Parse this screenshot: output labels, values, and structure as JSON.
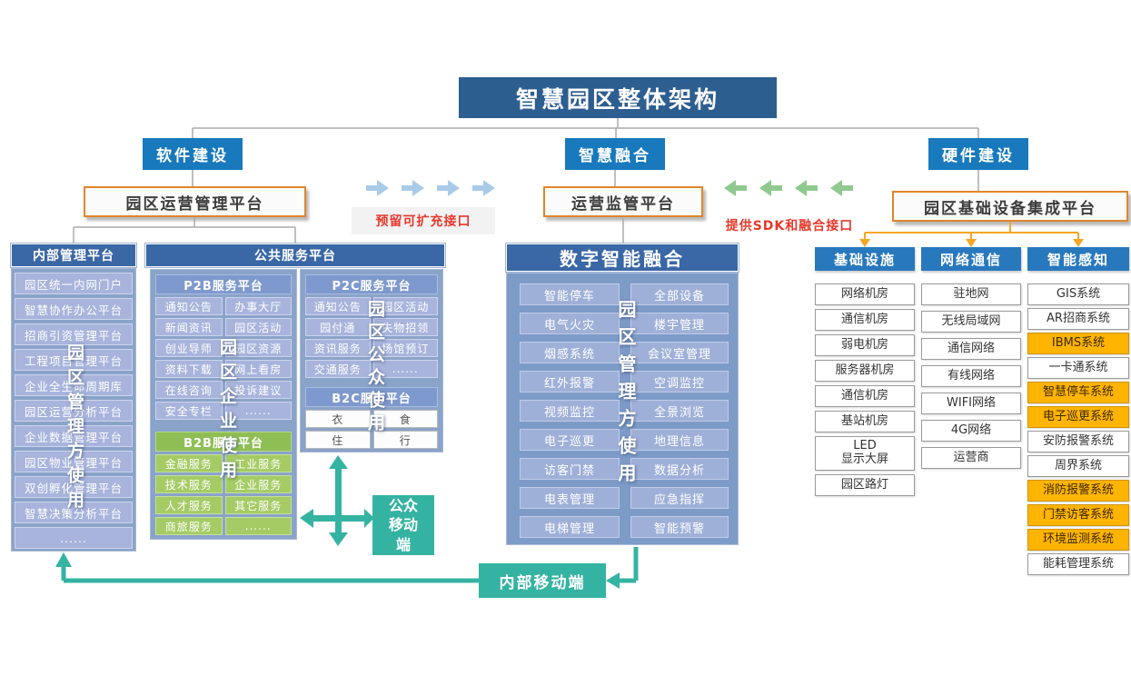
{
  "title": "智慧园区整体架构",
  "colors": {
    "title_blue": "#2d5e90",
    "branch_blue": "#1879bd",
    "header_blue": "#3a67a5",
    "column_blue": "#2878be",
    "panel_blue": "#8aa3c9",
    "item_blue": "#a8b4dc",
    "green_head": "#8fbe54",
    "orange_border": "#e0862c",
    "orange_highlight": "#ffb400",
    "teal": "#35b3a2",
    "red_text": "#e8382b",
    "arrow_blue": "#a9cbe8",
    "arrow_green": "#8fc98f",
    "arrow_orange": "#f5a623"
  },
  "branches": {
    "software": "软件建设",
    "fusion": "智慧融合",
    "hardware": "硬件建设"
  },
  "platforms": {
    "operation": "园区运营管理平台",
    "supervision": "运营监管平台",
    "integration": "园区基础设备集成平台"
  },
  "annotations": {
    "reserved_interface": "预留可扩充接口",
    "sdk_interface": "提供SDK和融合接口"
  },
  "internal": {
    "title": "内部管理平台",
    "vertical_label": "园区管理方使用",
    "items": [
      "园区统一内网门户",
      "智慧协作办公平台",
      "招商引资管理平台",
      "工程项目管理平台",
      "企业全生命周期库",
      "园区运营分析平台",
      "企业数据管理平台",
      "园区物业管理平台",
      "双创孵化管理平台",
      "智慧决策分析平台",
      "......"
    ]
  },
  "public_service": {
    "title": "公共服务平台",
    "enterprise_label": "园区企业使用",
    "public_label": "园区公众使用",
    "p2b": {
      "title": "P2B服务平台",
      "items": [
        "通知公告",
        "办事大厅",
        "新闻资讯",
        "园区活动",
        "创业导师",
        "园区资源",
        "资料下载",
        "网上看房",
        "在线咨询",
        "投诉建议",
        "安全专栏",
        "......"
      ]
    },
    "b2b": {
      "title": "B2B服务平台",
      "items": [
        "金融服务",
        "工业服务",
        "技术服务",
        "企业服务",
        "人才服务",
        "其它服务",
        "商旅服务",
        "......"
      ]
    },
    "p2c": {
      "title": "P2C服务平台",
      "items": [
        "通知公告",
        "园区活动",
        "园付通",
        "失物招领",
        "资讯服务",
        "场馆预订",
        "交通服务",
        "......"
      ]
    },
    "b2c": {
      "title": "B2C服务平台",
      "items": [
        "衣",
        "食",
        "住",
        "行"
      ]
    }
  },
  "fusion_panel": {
    "title": "数字智能融合",
    "vertical_label": "园区管理方使用",
    "left_items": [
      "智能停车",
      "电气火灾",
      "烟感系统",
      "红外报警",
      "视频监控",
      "电子巡更",
      "访客门禁",
      "电表管理",
      "电梯管理"
    ],
    "right_items": [
      "全部设备",
      "楼宇管理",
      "会议室管理",
      "空调监控",
      "全景浏览",
      "地理信息",
      "数据分析",
      "应急指挥",
      "智能预警"
    ]
  },
  "hardware_columns": [
    {
      "title": "基础设施",
      "items": [
        {
          "label": "网络机房"
        },
        {
          "label": "通信机房"
        },
        {
          "label": "弱电机房"
        },
        {
          "label": "服务器机房"
        },
        {
          "label": "通信机房"
        },
        {
          "label": "基站机房"
        },
        {
          "label": "LED\n显示大屏",
          "cls": "tall"
        },
        {
          "label": "园区路灯"
        }
      ]
    },
    {
      "title": "网络通信",
      "items": [
        {
          "label": "驻地网"
        },
        {
          "label": "无线局域网"
        },
        {
          "label": "通信网络"
        },
        {
          "label": "有线网络"
        },
        {
          "label": "WIFI网络"
        },
        {
          "label": "4G网络"
        },
        {
          "label": "运营商"
        }
      ]
    },
    {
      "title": "智能感知",
      "items": [
        {
          "label": "GIS系统"
        },
        {
          "label": "AR招商系统"
        },
        {
          "label": "IBMS系统",
          "cls": "hl"
        },
        {
          "label": "一卡通系统"
        },
        {
          "label": "智慧停车系统",
          "cls": "hl"
        },
        {
          "label": "电子巡更系统",
          "cls": "hl"
        },
        {
          "label": "安防报警系统"
        },
        {
          "label": "周界系统"
        },
        {
          "label": "消防报警系统",
          "cls": "hl"
        },
        {
          "label": "门禁访客系统",
          "cls": "hl"
        },
        {
          "label": "环境监测系统",
          "cls": "hl"
        },
        {
          "label": "能耗管理系统"
        }
      ]
    }
  ],
  "mobile": {
    "public_label": "公众移动端",
    "internal_label": "内部移动端"
  }
}
